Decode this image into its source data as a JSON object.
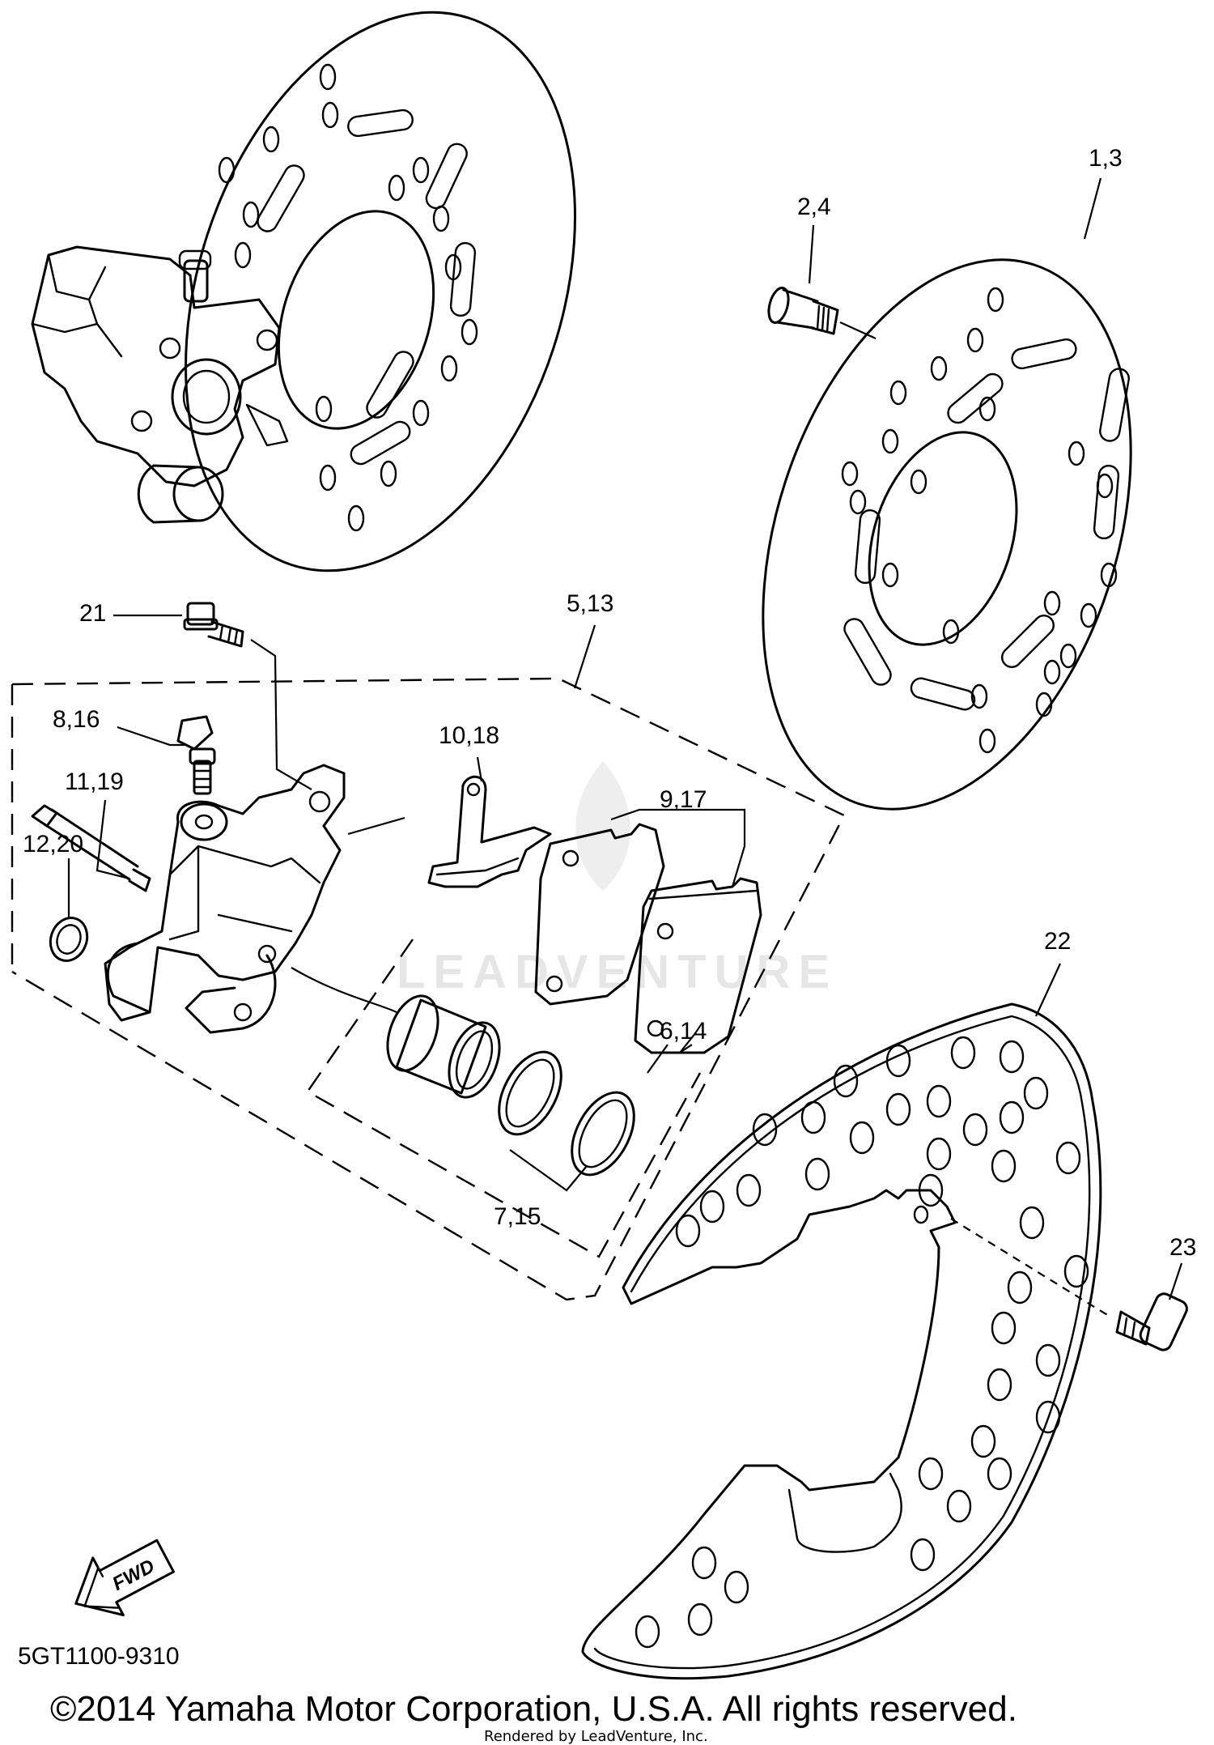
{
  "callouts": {
    "c1_3": "1,3",
    "c2_4": "2,4",
    "c5_13": "5,13",
    "c6_14": "6,14",
    "c7_15": "7,15",
    "c8_16": "8,16",
    "c9_17": "9,17",
    "c10_18": "10,18",
    "c11_19": "11,19",
    "c12_20": "12,20",
    "c21": "21",
    "c22": "22",
    "c23": "23"
  },
  "fwd_arrow_text": "FWD",
  "watermark_text": "LEADVENTURE",
  "diagram_code": "5GT1100-9310",
  "copyright": "©2014 Yamaha Motor Corporation, U.S.A. All rights reserved.",
  "rendered_by": "Rendered by LeadVenture, Inc."
}
